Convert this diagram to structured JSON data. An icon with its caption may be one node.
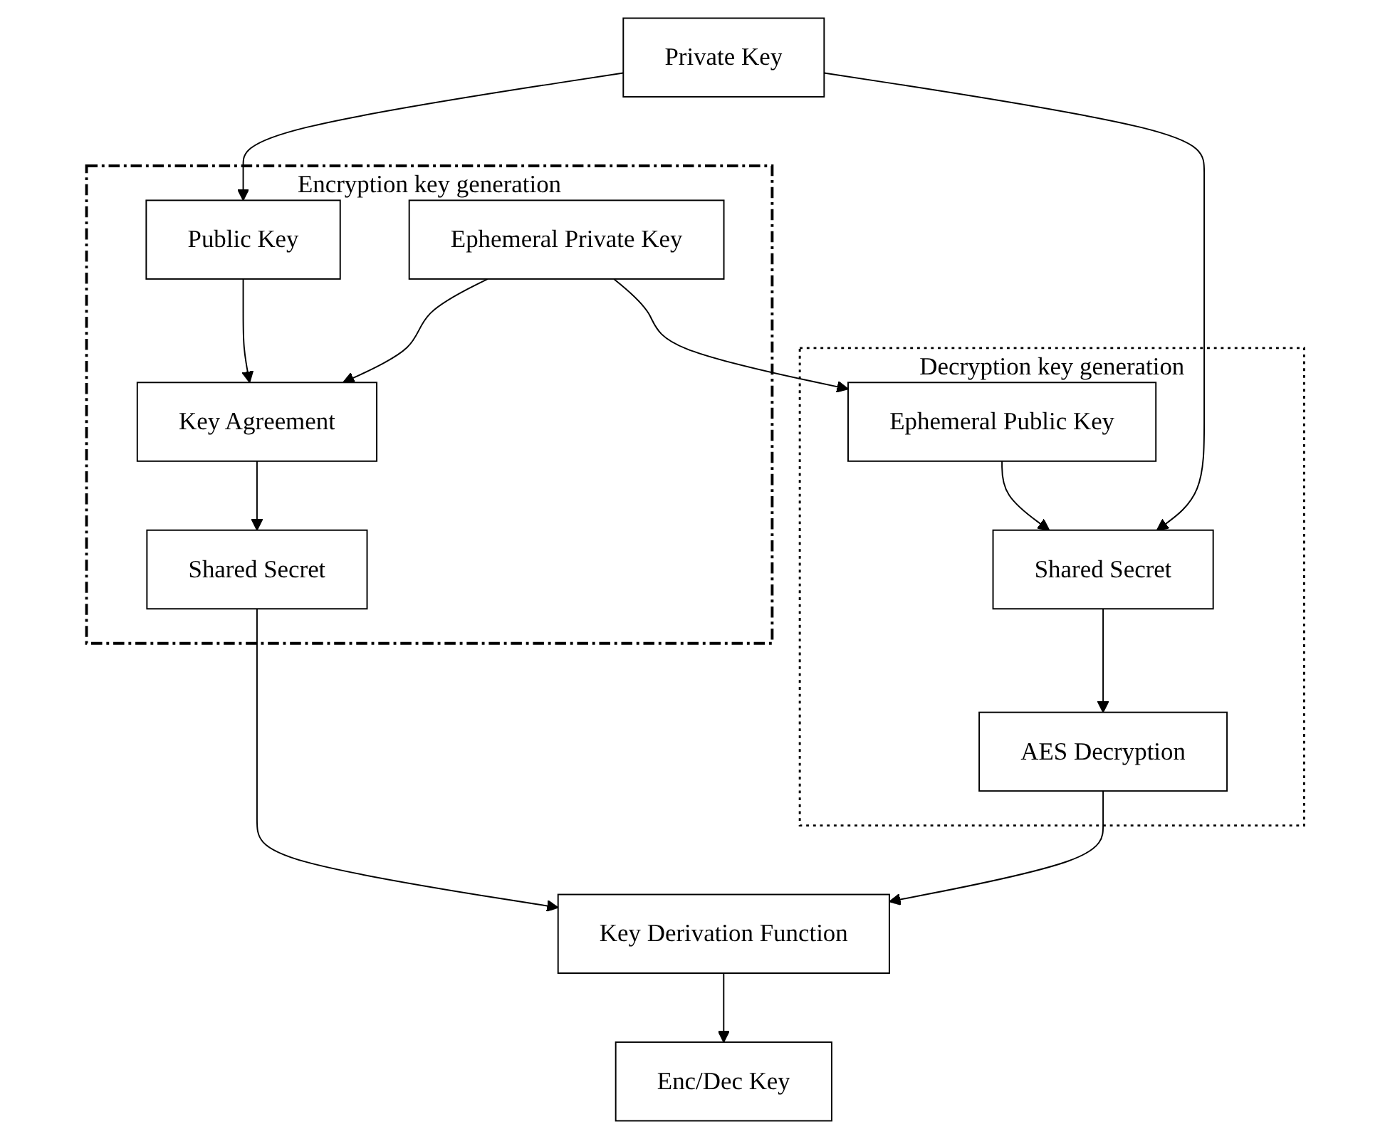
{
  "diagram": {
    "nodes": [
      {
        "text": [
          "Private Key"
        ]
      },
      {
        "text": [
          "Encryption key generation"
        ]
      },
      {
        "text": [
          "Public Key"
        ],
        "in": 1
      },
      {
        "text": [
          "Key Agreement"
        ],
        "in": 1
      },
      {
        "text": [
          "Shared Secret"
        ],
        "in": 1
      },
      {
        "text": [
          "Ephemeral Private Key"
        ],
        "in": 1
      },
      {
        "text": [
          "Key Derivation Function"
        ]
      },
      {
        "text": [
          "Enc/Dec Key"
        ]
      },
      {
        "text": [
          "Decryption key generation"
        ]
      },
      {
        "text": [
          "Ephemeral Public Key"
        ],
        "in": 8
      },
      {
        "text": [
          "Shared Secret"
        ],
        "in": 8
      },
      {
        "text": [
          "AES Decryption"
        ],
        "in": 8
      }
    ],
    "edges": [
      {
        "from": 0,
        "to": 2,
        "arrow": "to"
      },
      {
        "from": 2,
        "to": 3,
        "arrow": "to"
      },
      {
        "from": 3,
        "to": 4,
        "arrow": "to"
      },
      {
        "from": 5,
        "to": 3,
        "arrow": "to"
      },
      {
        "from": 4,
        "to": 6,
        "arrow": "to"
      },
      {
        "from": 6,
        "to": 7,
        "arrow": "to"
      },
      {
        "from": 5,
        "to": 9,
        "arrow": "to"
      },
      {
        "from": 9,
        "to": 10,
        "arrow": "to"
      },
      {
        "from": 0,
        "to": 10,
        "arrow": "to"
      },
      {
        "from": 10,
        "to": 11,
        "arrow": "to"
      },
      {
        "from": 11,
        "to": 6,
        "arrow": "to"
      }
    ]
  }
}
